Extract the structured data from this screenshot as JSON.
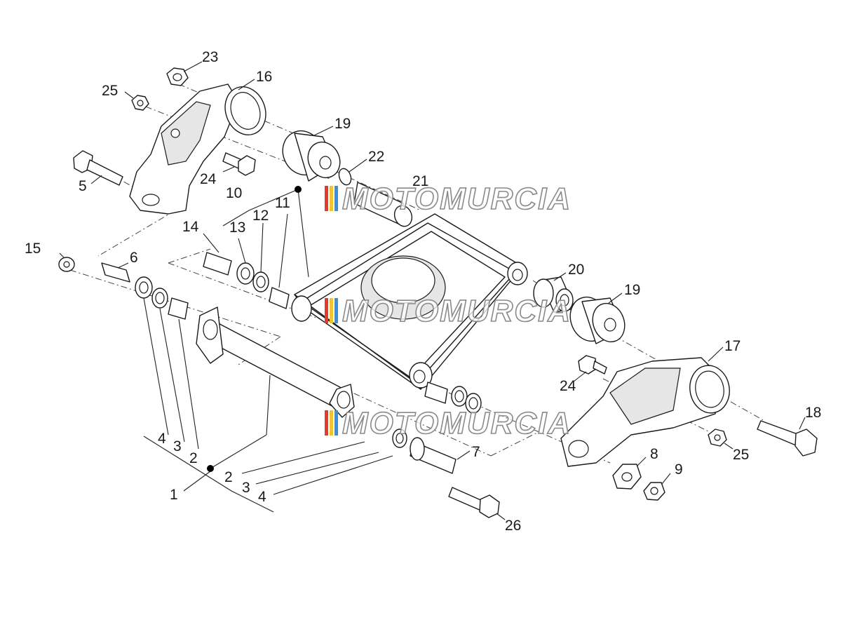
{
  "callouts": {
    "c1": "1",
    "c2a": "2",
    "c2b": "2",
    "c3a": "3",
    "c3b": "3",
    "c4a": "4",
    "c4b": "4",
    "c5": "5",
    "c6": "6",
    "c7": "7",
    "c8": "8",
    "c9": "9",
    "c10": "10",
    "c11": "11",
    "c12": "12",
    "c13": "13",
    "c14": "14",
    "c15": "15",
    "c16": "16",
    "c17": "17",
    "c18": "18",
    "c19a": "19",
    "c19b": "19",
    "c20": "20",
    "c21": "21",
    "c22": "22",
    "c23": "23",
    "c24a": "24",
    "c24b": "24",
    "c25a": "25",
    "c25b": "25",
    "c26": "26"
  },
  "watermark": {
    "text": "MOTOMURCIA",
    "stripe_colors": [
      "#e23a2e",
      "#f2c230",
      "#3a8fd6"
    ]
  }
}
